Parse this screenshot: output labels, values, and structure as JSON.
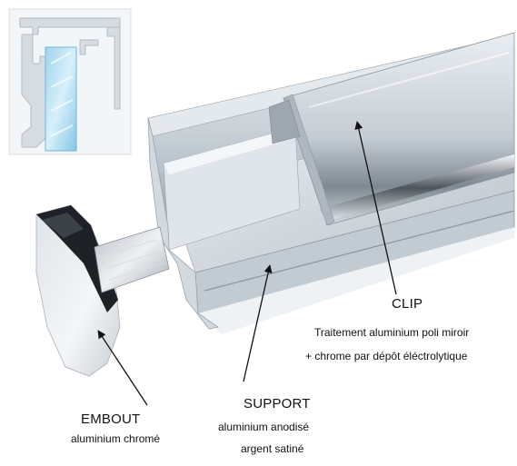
{
  "labels": {
    "clip": {
      "title": "CLIP",
      "line1": "Traitement aluminium poli miroir",
      "line2": "+ chrome par dépôt éléctrolytique"
    },
    "support": {
      "title": "SUPPORT",
      "line1": "aluminium anodisé",
      "line2": "argent satiné"
    },
    "embout": {
      "title": "EMBOUT",
      "line1": "aluminium chromé"
    }
  },
  "colors": {
    "background": "#ffffff",
    "aluminium_light": "#dde3e8",
    "aluminium_mid": "#b9c2ca",
    "aluminium_dark": "#8b959e",
    "chrome": "#c9d2d9",
    "glass": "#a8d8ee",
    "arrow": "#111111"
  }
}
